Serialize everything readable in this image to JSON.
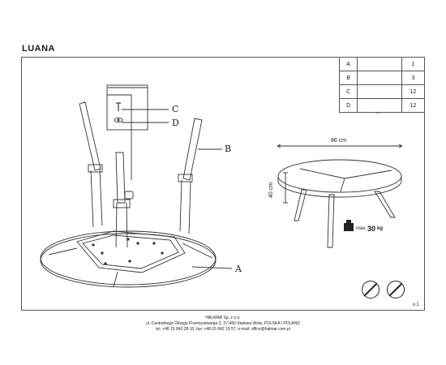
{
  "title": "LUANA",
  "parts": [
    {
      "label": "A",
      "icon": "table-top-icon",
      "qty": "1"
    },
    {
      "label": "B",
      "icon": "leg-icon",
      "qty": "3"
    },
    {
      "label": "C",
      "icon": "screw-icon",
      "qty": "12"
    },
    {
      "label": "D",
      "icon": "washer-icon",
      "qty": "12"
    }
  ],
  "callouts": {
    "c": "C",
    "d": "D",
    "b": "B",
    "a": "A"
  },
  "dimensions": {
    "width": "86 cm",
    "height": "40 cm"
  },
  "load": {
    "prefix": "max.",
    "value": "30",
    "unit": "kg"
  },
  "version": "v.1",
  "footer": {
    "company": "HALMAR Sp. z o.o.",
    "address": "ul. Centralnego Okręgu Przemysłowego 2, 37-450 Stalowa Wola, POLSKA / POLAND",
    "contact": "tel. +48 15 843 28 10, fax: +48 15 842 19 57, e-mail: office@halmar.com.pl"
  },
  "colors": {
    "line": "#333333",
    "frame": "#555555",
    "text": "#1a1a1a"
  }
}
